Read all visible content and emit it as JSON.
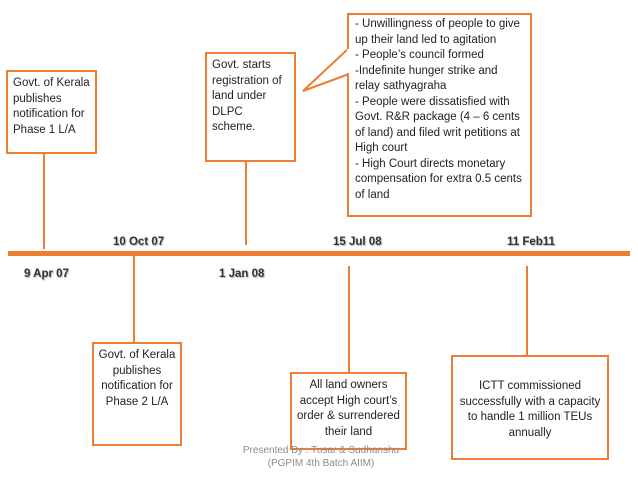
{
  "events": [
    {
      "id": "ev1",
      "date": "9 Apr 07",
      "text": "Govt. of Kerala publishes notification for Phase 1 L/A"
    },
    {
      "id": "ev2",
      "date": "10 Oct 07",
      "text": "Govt. of Kerala publishes notification for Phase 2 L/A"
    },
    {
      "id": "ev3",
      "date": "1 Jan 08",
      "text": "Govt. starts registration of land under DLPC scheme."
    },
    {
      "id": "ev4",
      "date": "15 Jul 08",
      "text": "All land owners accept High court’s order & surrendered their land"
    },
    {
      "id": "ev5",
      "date": "11 Feb11",
      "text": "ICTT commissioned successfully with a capacity to handle 1 million TEUs annually"
    }
  ],
  "callout_lines": [
    "- Unwillingness of people to give up their land led to agitation",
    "- People’s council formed",
    "-Indefinite hunger strike and relay sathyagraha",
    "- People were dissatisfied with Govt. R&R package (4 – 6 cents of land) and filed writ petitions at High court",
    "- High Court directs monetary compensation for extra 0.5 cents of land"
  ],
  "footer": "Presented By : Tusar & Sudhanshu (PGPIM 4th Batch AIIM)",
  "colors": {
    "accent": "#ED7D31",
    "text": "#222222",
    "footer": "#8c8c8c"
  }
}
